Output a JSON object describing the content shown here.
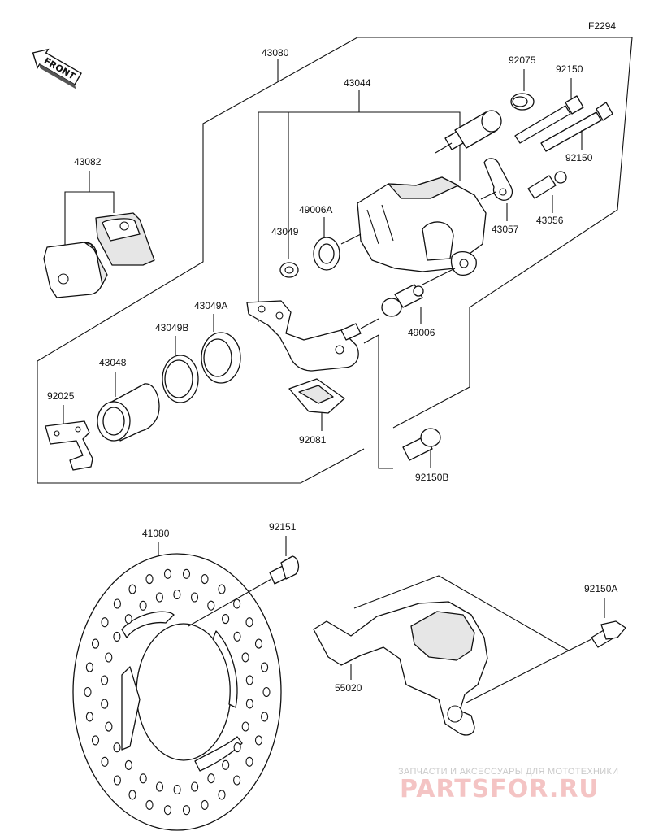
{
  "figure_code": "F2294",
  "front_label": "FRONT",
  "labels": {
    "p43080": "43080",
    "p43044": "43044",
    "p92075": "92075",
    "p92150_top": "92150",
    "p92150_mid": "92150",
    "p43082": "43082",
    "p49006A": "49006A",
    "p43049": "43049",
    "p43057": "43057",
    "p43056": "43056",
    "p43049A": "43049A",
    "p43049B": "43049B",
    "p43048": "43048",
    "p49006": "49006",
    "p92025": "92025",
    "p92081": "92081",
    "p92150B": "92150B",
    "p41080": "41080",
    "p92151": "92151",
    "p92150A": "92150A",
    "p55020": "55020"
  },
  "watermark": {
    "tagline": "ЗАПЧАСТИ И АКСЕССУАРЫ ДЛЯ МОТОТЕХНИКИ",
    "brand": "PARTSFOR.RU"
  }
}
